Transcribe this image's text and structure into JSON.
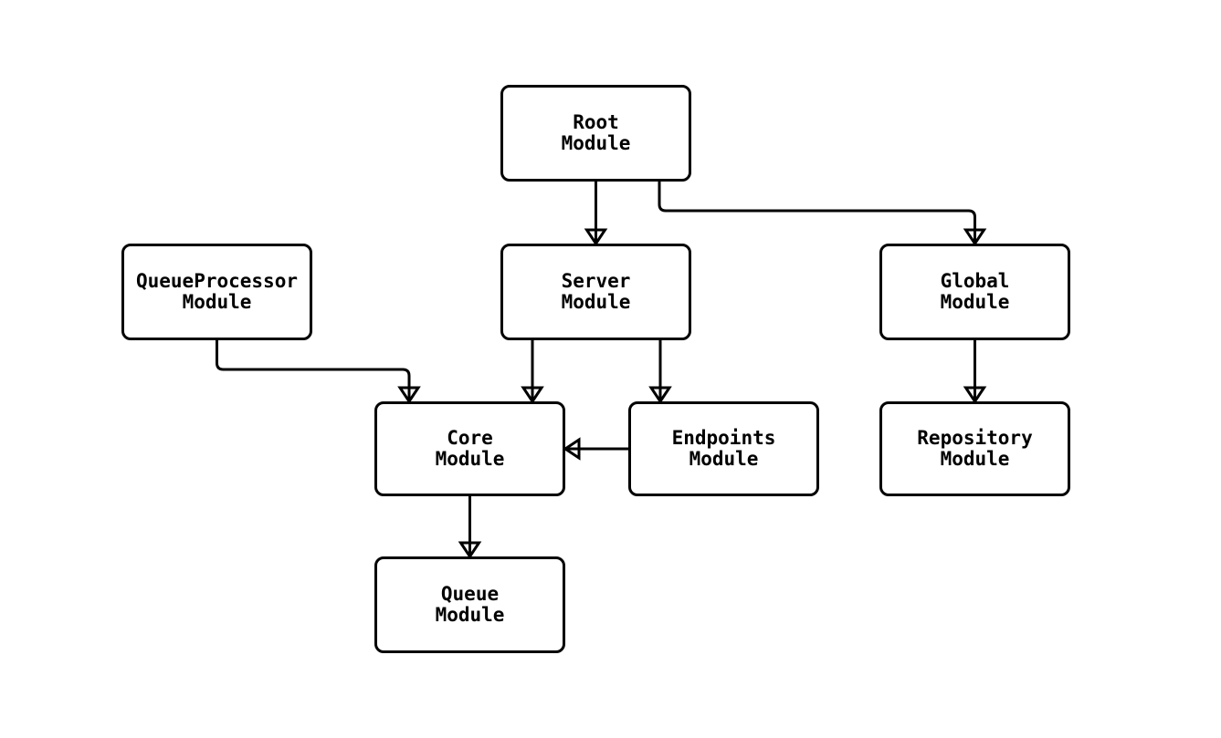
{
  "diagram": {
    "background_color": "#ffffff",
    "stroke_color": "#000000",
    "node_fill_color": "#ffffff",
    "nodes": [
      {
        "id": "root",
        "line1": "Root",
        "line2": "Module"
      },
      {
        "id": "queueprocessor",
        "line1": "QueueProcessor",
        "line2": "Module"
      },
      {
        "id": "server",
        "line1": "Server",
        "line2": "Module"
      },
      {
        "id": "global",
        "line1": "Global",
        "line2": "Module"
      },
      {
        "id": "core",
        "line1": "Core",
        "line2": "Module"
      },
      {
        "id": "endpoints",
        "line1": "Endpoints",
        "line2": "Module"
      },
      {
        "id": "repository",
        "line1": "Repository",
        "line2": "Module"
      },
      {
        "id": "queue",
        "line1": "Queue",
        "line2": "Module"
      }
    ],
    "edges": [
      {
        "from": "Root Module",
        "to": "Server Module"
      },
      {
        "from": "Root Module",
        "to": "Global Module"
      },
      {
        "from": "QueueProcessor Module",
        "to": "Core Module"
      },
      {
        "from": "Server Module",
        "to": "Core Module"
      },
      {
        "from": "Server Module",
        "to": "Endpoints Module"
      },
      {
        "from": "Endpoints Module",
        "to": "Core Module"
      },
      {
        "from": "Global Module",
        "to": "Repository Module"
      },
      {
        "from": "Core Module",
        "to": "Queue Module"
      }
    ]
  }
}
